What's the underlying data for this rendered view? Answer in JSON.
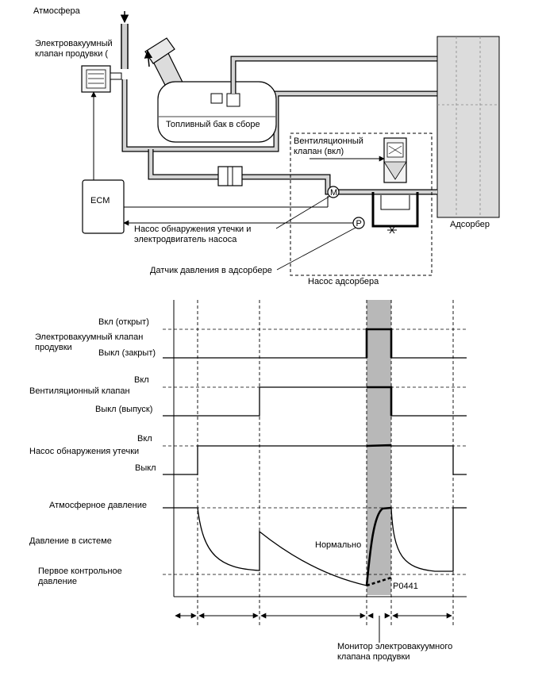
{
  "schematic": {
    "atmosphere": "Атмосфера",
    "purge_valve_line1": "Электровакуумный",
    "purge_valve_line2": "клапан продувки (",
    "fuel_tank": "Топливный бак в сборе",
    "ecm": "ECM",
    "vent_valve_line1": "Вентиляционный",
    "vent_valve_line2": "клапан (вкл)",
    "pump_motor_line1": "Насос обнаружения утечки и",
    "pump_motor_line2": "электродвигатель насоса",
    "pressure_sensor": "Датчик давления в адсорбере",
    "canister_pump": "Насос адсорбера",
    "canister": "Адсорбер",
    "motor_symbol": "M",
    "sensor_symbol": "P"
  },
  "timing": {
    "purge_label_line1": "Электровакуумный клапан",
    "purge_label_line2": "продувки",
    "purge_on": "Вкл (открыт)",
    "purge_off": "Выкл (закрыт)",
    "vent_label": "Вентиляционный клапан",
    "vent_on": "Вкл",
    "vent_off": "Выкл (выпуск)",
    "pump_label": "Насос обнаружения утечки",
    "pump_on": "Вкл",
    "pump_off": "Выкл",
    "atm_pressure": "Атмосферное давление",
    "system_pressure": "Давление в системе",
    "first_ref_line1": "Первое контрольное",
    "first_ref_line2": "давление",
    "normal": "Нормально",
    "dtc": "P0441",
    "monitor_line1": "Монитор электровакуумного",
    "monitor_line2": "клапана продувки"
  }
}
